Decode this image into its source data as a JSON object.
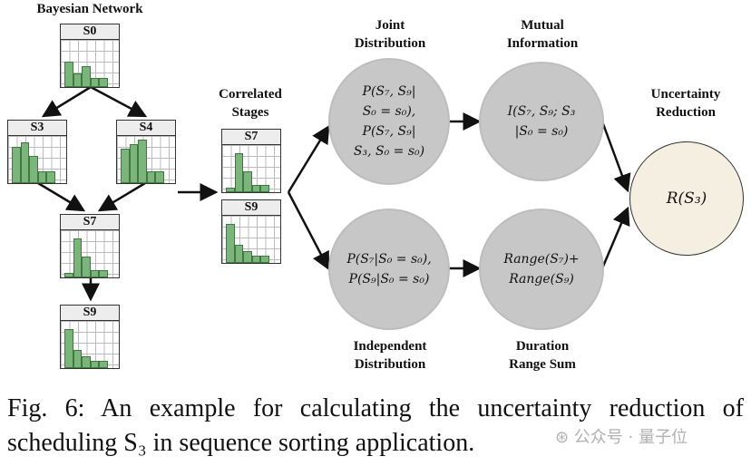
{
  "headings": {
    "bayesian": "Bayesian Network",
    "correlated": "Correlated\nStages",
    "joint": "Joint\nDistribution",
    "mutual": "Mutual\nInformation",
    "uncertainty": "Uncertainty\nReduction",
    "independent": "Independent\nDistribution",
    "duration": "Duration\nRange Sum"
  },
  "nodes": {
    "s0": "S0",
    "s3": "S3",
    "s4": "S4",
    "s7": "S7",
    "s9": "S9",
    "c7": "S7",
    "c9": "S9"
  },
  "histograms": {
    "s0": [
      0.55,
      0.3,
      0.45,
      0.2,
      0.2
    ],
    "s3": [
      0.8,
      0.9,
      0.6,
      0.25,
      0.25
    ],
    "s4": [
      0.75,
      0.85,
      0.95,
      0.25,
      0.25
    ],
    "s7": [
      0.1,
      0.85,
      0.45,
      0.15,
      0.15
    ],
    "s9": [
      0.85,
      0.4,
      0.25,
      0.15,
      0.15
    ],
    "c7": [
      0.1,
      0.85,
      0.45,
      0.15,
      0.15
    ],
    "c9": [
      0.85,
      0.4,
      0.25,
      0.15,
      0.15
    ]
  },
  "circles": {
    "joint": "P(S₇, S₉|\nS₀ = s₀),\nP(S₇, S₉|\nS₃, S₀ = s₀)",
    "mutual": "I(S₇, S₉; S₃\n|S₀ = s₀)",
    "independent": "P(S₇|S₀ = s₀),\nP(S₉|S₀ = s₀)",
    "range": "Range(S₇)+\nRange(S₉)",
    "result": "R(S₃)"
  },
  "caption": "Fig. 6: An example for calculating the uncertainty reduction of scheduling S₃ in sequence sorting application.",
  "watermark": "⊛ 公众号 · 量子位",
  "colors": {
    "bar": "#7bb57b",
    "circle": "#c7c7c7",
    "result": "#f4efe1"
  }
}
